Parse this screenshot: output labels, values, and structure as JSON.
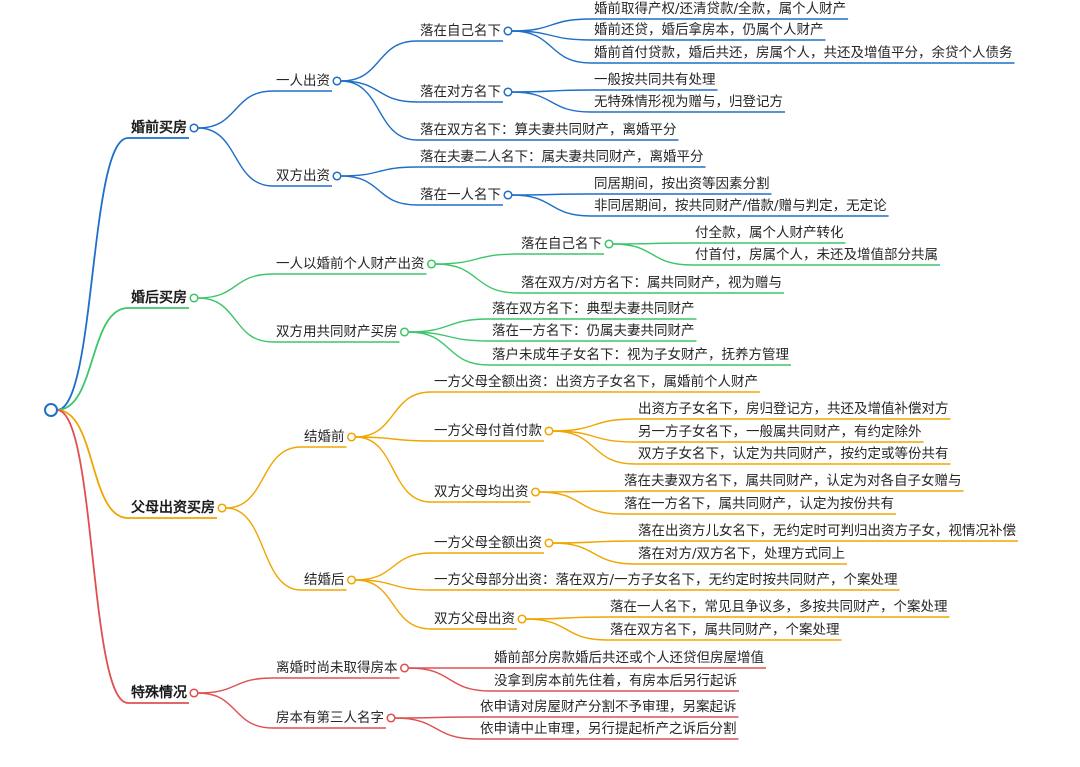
{
  "branches": [
    {
      "id": "b1",
      "label": "婚前买房",
      "color": "#1f6fc7"
    },
    {
      "id": "b2",
      "label": "婚后买房",
      "color": "#3cc66a"
    },
    {
      "id": "b3",
      "label": "父母出资买房",
      "color": "#f0a500"
    },
    {
      "id": "b4",
      "label": "特殊情况",
      "color": "#e05050"
    }
  ],
  "nodes": {
    "a1": "一人出资",
    "a1a": "落在自己名下",
    "a1a1": "婚前取得产权/还清贷款/全款，属个人财产",
    "a1a2": "婚前还贷，婚后拿房本，仍属个人财产",
    "a1a3": "婚前首付贷款，婚后共还，房属个人，共还及增值平分，余贷个人债务",
    "a1b": "落在对方名下",
    "a1b1": "一般按共同共有处理",
    "a1b2": "无特殊情形视为赠与，归登记方",
    "a1c": "落在双方名下：算夫妻共同财产，离婚平分",
    "a2": "双方出资",
    "a2a": "落在夫妻二人名下：属夫妻共同财产，离婚平分",
    "a2b": "落在一人名下",
    "a2b1": "同居期间，按出资等因素分割",
    "a2b2": "非同居期间，按共同财产/借款/赠与判定，无定论",
    "c1": "一人以婚前个人财产出资",
    "c1a": "落在自己名下",
    "c1a1": "付全款，属个人财产转化",
    "c1a2": "付首付，房属个人，未还及增值部分共属",
    "c1b": "落在双方/对方名下：属共同财产，视为赠与",
    "c2": "双方用共同财产买房",
    "c2a": "落在双方名下：典型夫妻共同财产",
    "c2b": "落在一方名下：仍属夫妻共同财产",
    "c2c": "落户未成年子女名下：视为子女财产，抚养方管理",
    "d1": "结婚前",
    "d1a": "一方父母全额出资：出资方子女名下，属婚前个人财产",
    "d1b": "一方父母付首付款",
    "d1b1": "出资方子女名下，房归登记方，共还及增值补偿对方",
    "d1b2": "另一方子女名下，一般属共同财产，有约定除外",
    "d1b3": "双方子女名下，认定为共同财产，按约定或等份共有",
    "d1c": "双方父母均出资",
    "d1c1": "落在夫妻双方名下，属共同财产，认定为对各自子女赠与",
    "d1c2": "落在一方名下，属共同财产，认定为按份共有",
    "d2": "结婚后",
    "d2a": "一方父母全额出资",
    "d2a1": "落在出资方儿女名下，无约定时可判归出资方子女，视情况补偿",
    "d2a2": "落在对方/双方名下，处理方式同上",
    "d2b": "一方父母部分出资：落在双方/一方子女名下，无约定时按共同财产，个案处理",
    "d2c": "双方父母出资",
    "d2c1": "落在一人名下，常见且争议多，多按共同财产，个案处理",
    "d2c2": "落在双方名下，属共同财产，个案处理",
    "e1": "离婚时尚未取得房本",
    "e1a": "婚前部分房款婚后共还或个人还贷但房屋增值",
    "e1b": "没拿到房本前先住着，有房本后另行起诉",
    "e2": "房本有第三人名字",
    "e2a": "依申请对房屋财产分割不予审理，另案起诉",
    "e2b": "依申请中止审理，另行提起析产之诉后分割"
  }
}
